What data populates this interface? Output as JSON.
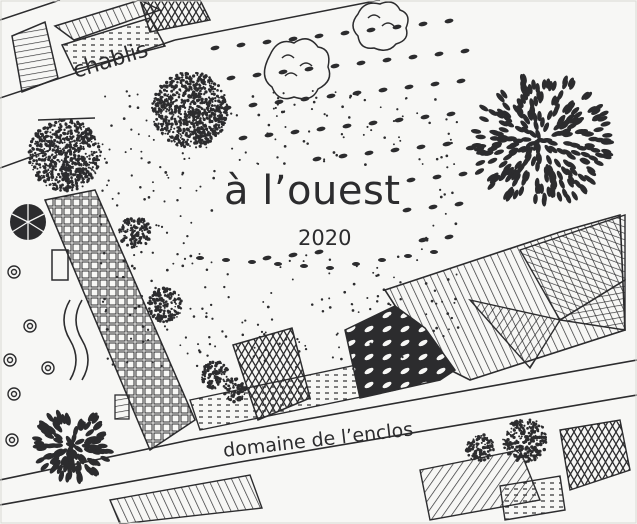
{
  "label": {
    "appellation": "chablis",
    "title": "à l’ouest",
    "vintage": "2020",
    "producer": "domaine de l’enclos"
  },
  "colors": {
    "ink": "#2c2c2e",
    "paper": "#f7f7f5"
  }
}
